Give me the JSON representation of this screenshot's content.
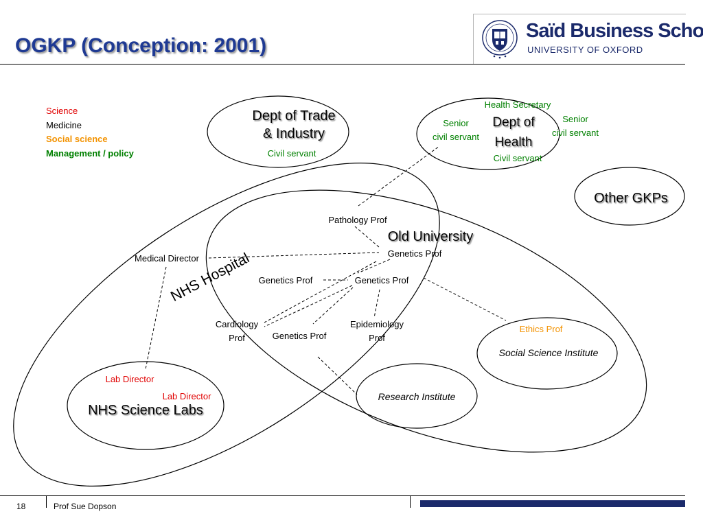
{
  "slide": {
    "title": "OGKP (Conception: 2001)"
  },
  "logo": {
    "name": "Saïd Business School",
    "subtitle": "UNIVERSITY OF OXFORD",
    "brand_color": "#1b2a6b"
  },
  "legend": [
    {
      "label": "Science",
      "color": "#e00000",
      "bold": false
    },
    {
      "label": "Medicine",
      "color": "#000000",
      "bold": false
    },
    {
      "label": "Social science",
      "color": "#f39200",
      "bold": true
    },
    {
      "label": "Management / policy",
      "color": "#008000",
      "bold": true
    }
  ],
  "colors": {
    "science": "#e00000",
    "medicine": "#000000",
    "social_science": "#f39200",
    "management": "#008000",
    "title": "#1f3a93"
  },
  "organizations": [
    {
      "id": "dti",
      "name": "Dept of Trade & Industry"
    },
    {
      "id": "doh",
      "name": "Dept of Health"
    },
    {
      "id": "other",
      "name": "Other GKPs"
    },
    {
      "id": "olduni",
      "name": "Old University"
    },
    {
      "id": "nhshosp",
      "name": "NHS Hospital"
    },
    {
      "id": "ssi",
      "name": "Social Science Institute"
    },
    {
      "id": "ri",
      "name": "Research Institute"
    },
    {
      "id": "labs",
      "name": "NHS Science Labs"
    }
  ],
  "actors": [
    {
      "id": "dti_cs",
      "label": "Civil servant",
      "category": "management"
    },
    {
      "id": "hs",
      "label": "Health Secretary",
      "category": "management"
    },
    {
      "id": "scs_l",
      "label": "Senior civil servant",
      "category": "management"
    },
    {
      "id": "scs_r",
      "label": "Senior civil servant",
      "category": "management"
    },
    {
      "id": "doh_cs",
      "label": "Civil servant",
      "category": "management"
    },
    {
      "id": "path",
      "label": "Pathology Prof",
      "category": "medicine"
    },
    {
      "id": "gen1",
      "label": "Genetics Prof",
      "category": "medicine"
    },
    {
      "id": "meddir",
      "label": "Medical Director",
      "category": "medicine"
    },
    {
      "id": "gen2",
      "label": "Genetics Prof",
      "category": "medicine"
    },
    {
      "id": "gen3",
      "label": "Genetics Prof",
      "category": "medicine"
    },
    {
      "id": "cardio",
      "label": "Cardiology Prof",
      "category": "medicine"
    },
    {
      "id": "gen4",
      "label": "Genetics Prof",
      "category": "medicine"
    },
    {
      "id": "epi",
      "label": "Epidemiology Prof",
      "category": "medicine"
    },
    {
      "id": "ethics",
      "label": "Ethics Prof",
      "category": "social_science"
    },
    {
      "id": "labdir1",
      "label": "Lab Director",
      "category": "science"
    },
    {
      "id": "labdir2",
      "label": "Lab Director",
      "category": "science"
    }
  ],
  "links": [
    [
      "path",
      "doh"
    ],
    [
      "path",
      "gen1"
    ],
    [
      "meddir",
      "gen1"
    ],
    [
      "meddir",
      "labdir1"
    ],
    [
      "gen1",
      "gen3"
    ],
    [
      "gen2",
      "gen3"
    ],
    [
      "gen3",
      "cardio"
    ],
    [
      "gen3",
      "gen4"
    ],
    [
      "gen3",
      "epi"
    ],
    [
      "gen1",
      "cardio"
    ],
    [
      "gen3",
      "ethics"
    ],
    [
      "gen4",
      "ri"
    ]
  ],
  "footer": {
    "page": "18",
    "author": "Prof Sue Dopson"
  }
}
